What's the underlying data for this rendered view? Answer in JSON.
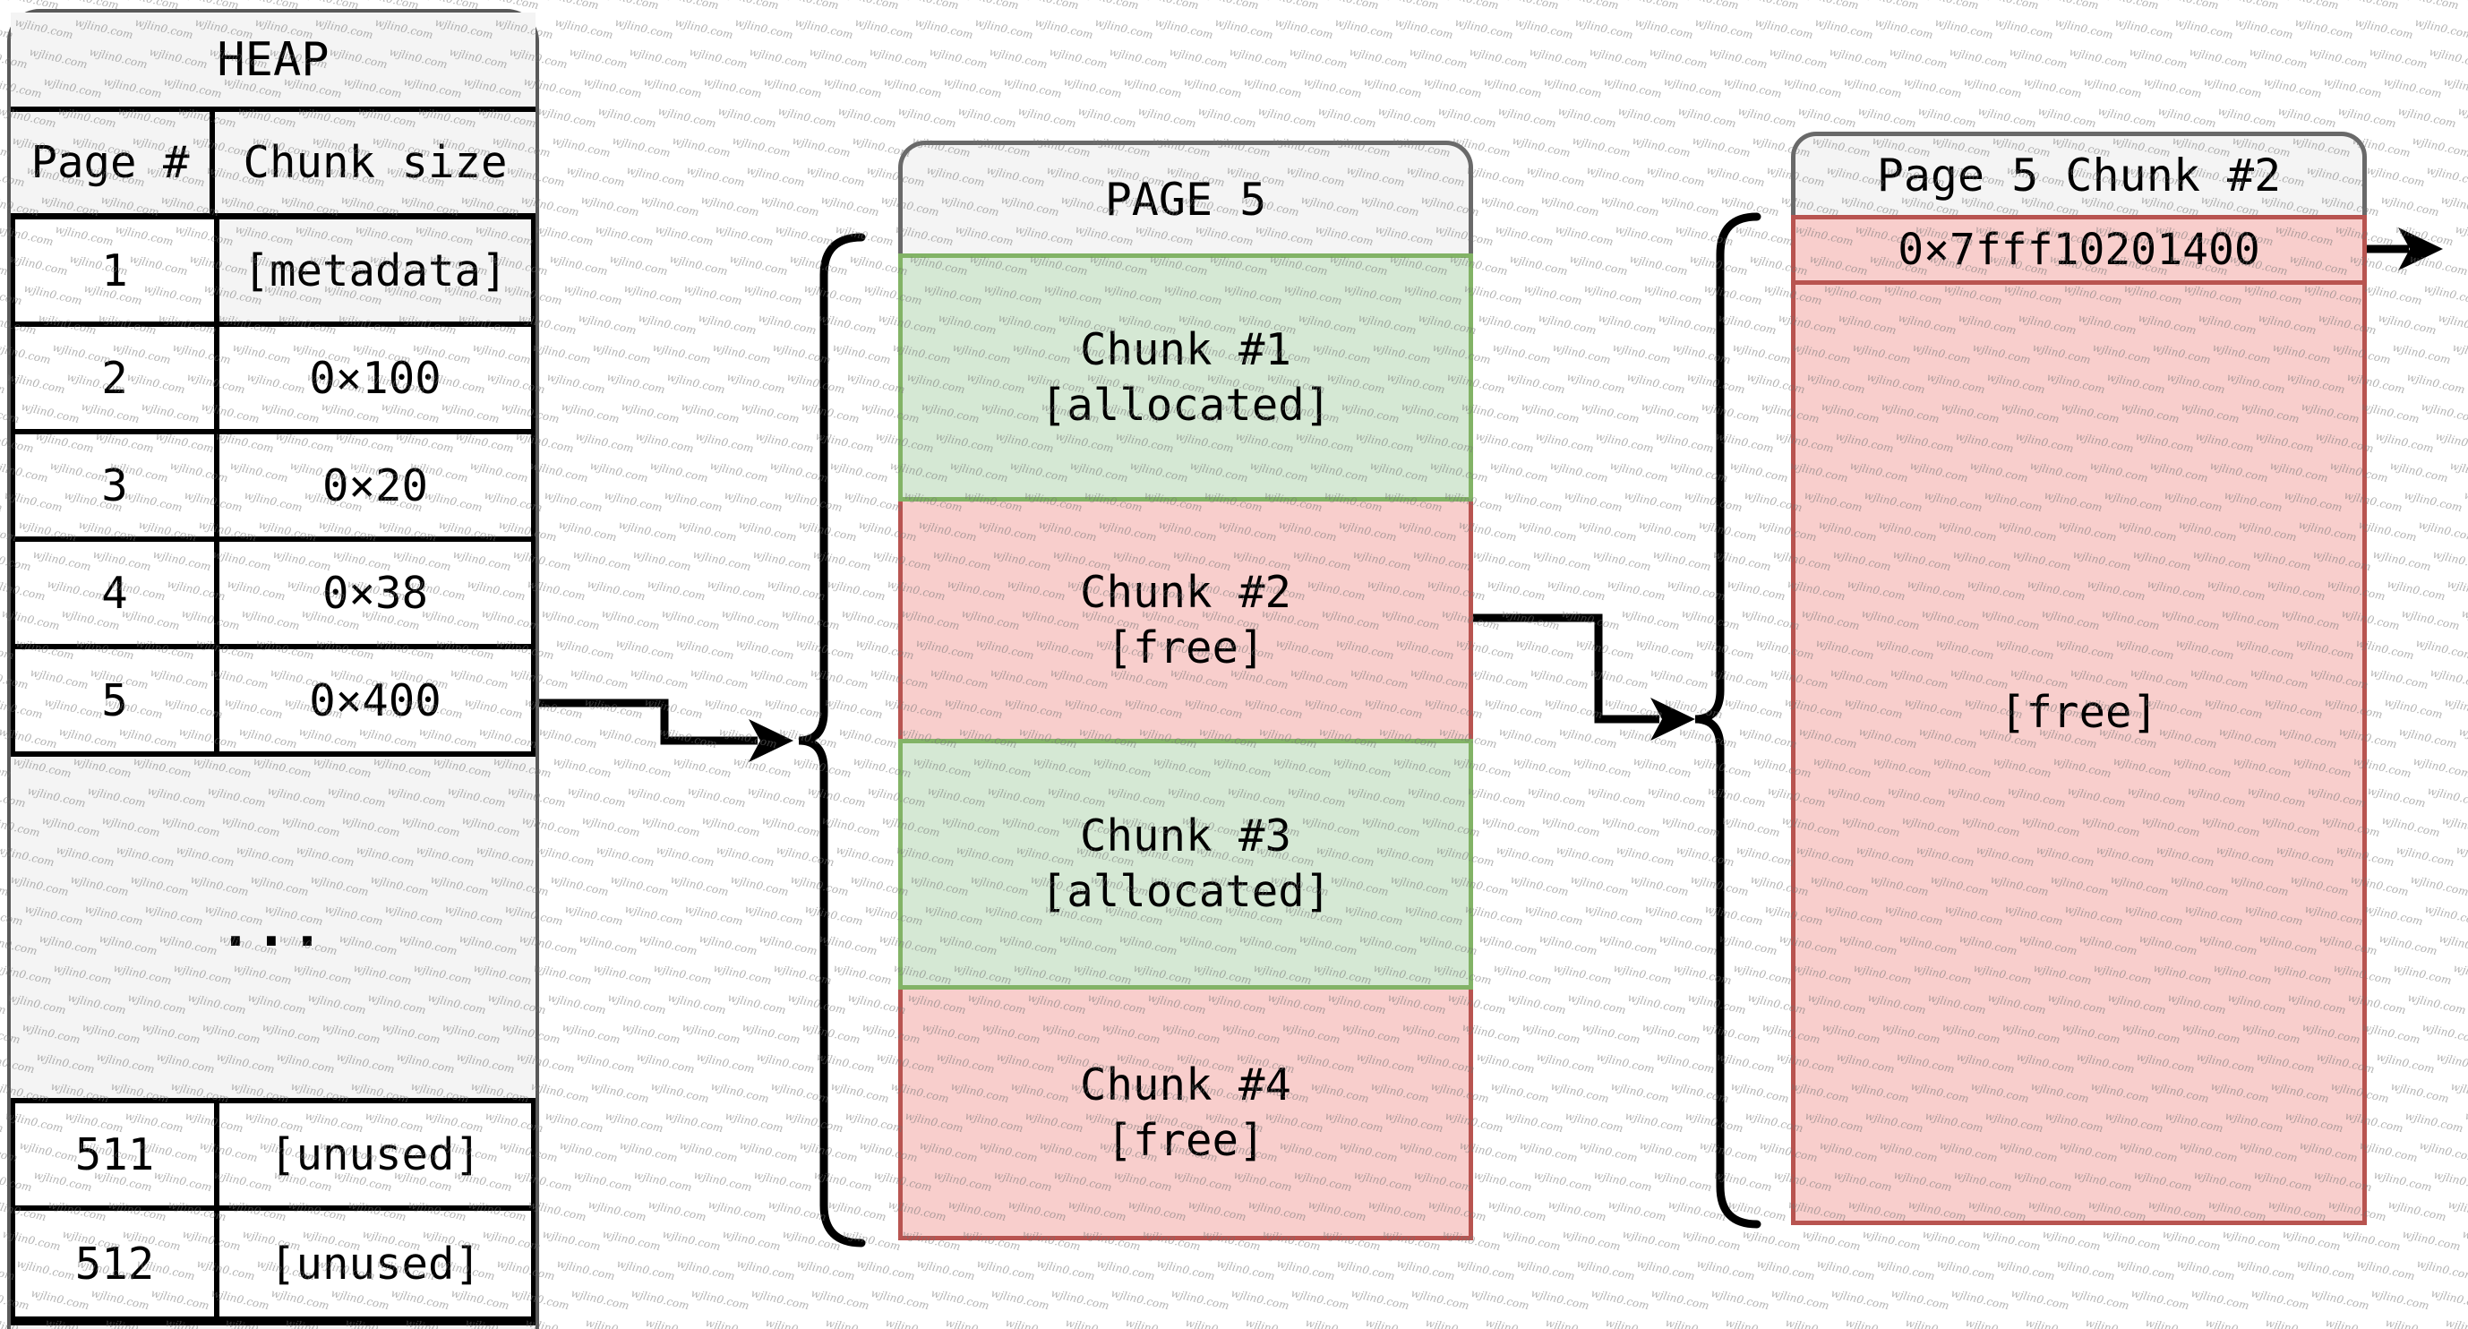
{
  "watermark": {
    "text": "wjlin0.com"
  },
  "heap_table": {
    "title": "HEAP",
    "columns": [
      "Page #",
      "Chunk size"
    ],
    "rows": [
      [
        "1",
        "[metadata]"
      ],
      [
        "2",
        "0×100"
      ],
      [
        "3",
        "0×20"
      ],
      [
        "4",
        "0×38"
      ],
      [
        "5",
        "0×400"
      ]
    ],
    "ellipsis": "...",
    "tail_rows": [
      [
        "511",
        "[unused]"
      ],
      [
        "512",
        "[unused]"
      ]
    ]
  },
  "page_box": {
    "title": "PAGE 5",
    "chunks": [
      {
        "label": "Chunk #1",
        "status": "[allocated]",
        "state": "allocated"
      },
      {
        "label": "Chunk #2",
        "status": "[free]",
        "state": "free"
      },
      {
        "label": "Chunk #3",
        "status": "[allocated]",
        "state": "allocated"
      },
      {
        "label": "Chunk #4",
        "status": "[free]",
        "state": "free"
      }
    ]
  },
  "chunk_box": {
    "title": "Page 5 Chunk #2",
    "address": "0×7fff10201400",
    "body": "[free]"
  },
  "colors": {
    "allocated_fill": "#d5e8d4",
    "allocated_border": "#82b366",
    "free_fill": "#f8cecc",
    "free_border": "#b85450",
    "header_fill": "#f4f4f4",
    "box_border": "#696969",
    "table_border": "#595959",
    "line": "#000000",
    "watermark_text": "#737373"
  }
}
